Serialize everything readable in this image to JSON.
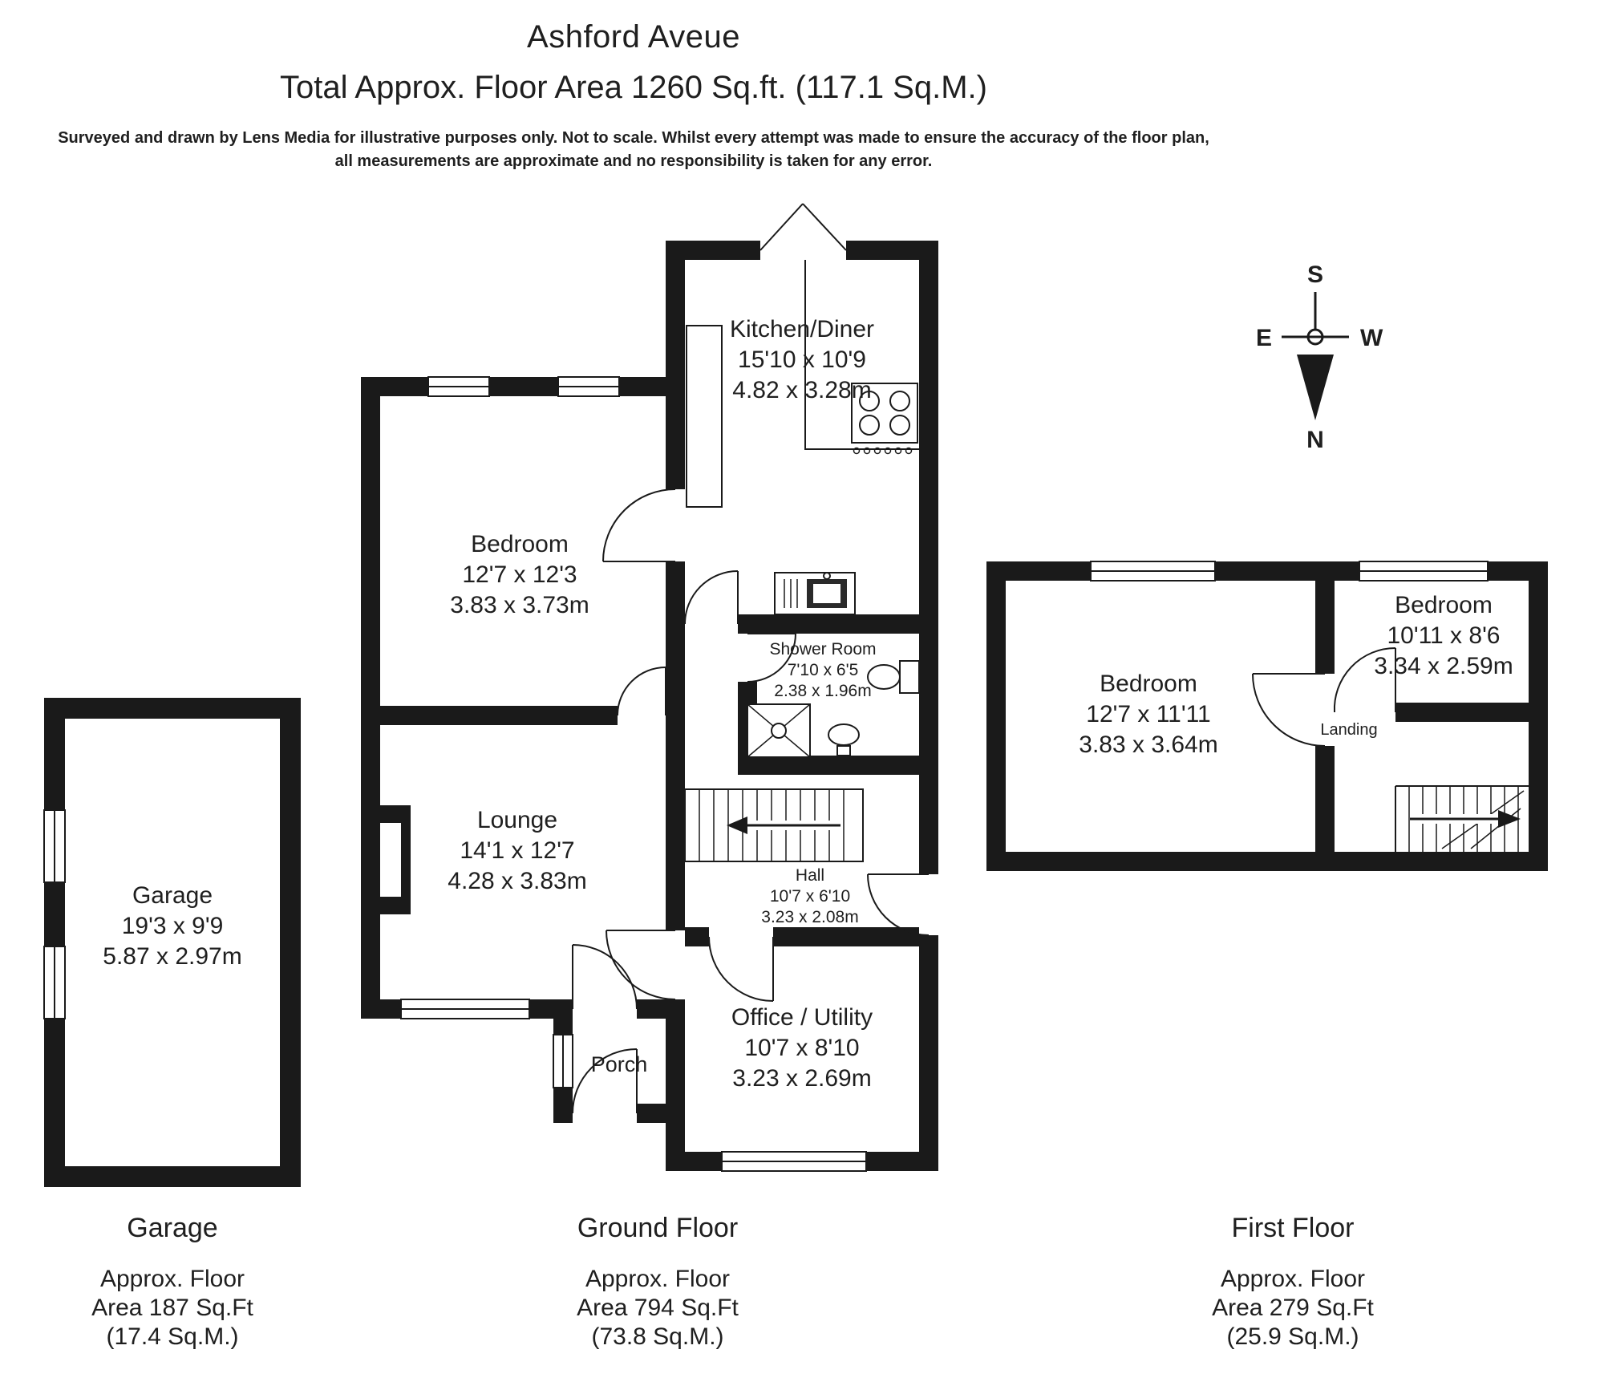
{
  "header": {
    "title": "Ashford Aveue",
    "subtitle": "Total Approx. Floor Area 1260 Sq.ft. (117.1 Sq.M.)",
    "disclaimer_line1": "Surveyed and drawn by Lens Media for illustrative purposes only. Not to scale. Whilst every attempt was made to ensure the accuracy of the floor plan,",
    "disclaimer_line2": "all measurements are approximate and no responsibility is taken for any error."
  },
  "compass": {
    "north": "N",
    "south": "S",
    "east": "E",
    "west": "W"
  },
  "ground_floor": {
    "kitchen": {
      "name": "Kitchen/Diner",
      "dims_ft": "15'10 x 10'9",
      "dims_m": "4.82 x 3.28m"
    },
    "bedroom": {
      "name": "Bedroom",
      "dims_ft": "12'7 x 12'3",
      "dims_m": "3.83 x 3.73m"
    },
    "lounge": {
      "name": "Lounge",
      "dims_ft": "14'1 x 12'7",
      "dims_m": "4.28 x 3.83m"
    },
    "shower_room": {
      "name": "Shower Room",
      "dims_ft": "7'10 x 6'5",
      "dims_m": "2.38 x 1.96m"
    },
    "hall": {
      "name": "Hall",
      "dims_ft": "10'7 x 6'10",
      "dims_m": "3.23 x 2.08m"
    },
    "office": {
      "name": "Office / Utility",
      "dims_ft": "10'7 x 8'10",
      "dims_m": "3.23 x 2.69m"
    },
    "porch": {
      "name": "Porch"
    }
  },
  "garage": {
    "name": "Garage",
    "dims_ft": "19'3 x 9'9",
    "dims_m": "5.87 x 2.97m"
  },
  "first_floor": {
    "bedroom_main": {
      "name": "Bedroom",
      "dims_ft": "12'7 x 11'11",
      "dims_m": "3.83 x 3.64m"
    },
    "bedroom_second": {
      "name": "Bedroom",
      "dims_ft": "10'11 x 8'6",
      "dims_m": "3.34 x 2.59m"
    },
    "landing": {
      "name": "Landing"
    }
  },
  "footer": {
    "garage": {
      "title": "Garage",
      "line1": "Approx. Floor",
      "line2": "Area 187 Sq.Ft",
      "line3": "(17.4 Sq.M.)"
    },
    "ground_floor": {
      "title": "Ground Floor",
      "line1": "Approx. Floor",
      "line2": "Area 794 Sq.Ft",
      "line3": "(73.8 Sq.M.)"
    },
    "first_floor": {
      "title": "First Floor",
      "line1": "Approx. Floor",
      "line2": "Area 279 Sq.Ft",
      "line3": "(25.9 Sq.M.)"
    }
  },
  "colors": {
    "wall": "#1a1a1a",
    "text": "#1f1f1f",
    "background": "#ffffff"
  }
}
